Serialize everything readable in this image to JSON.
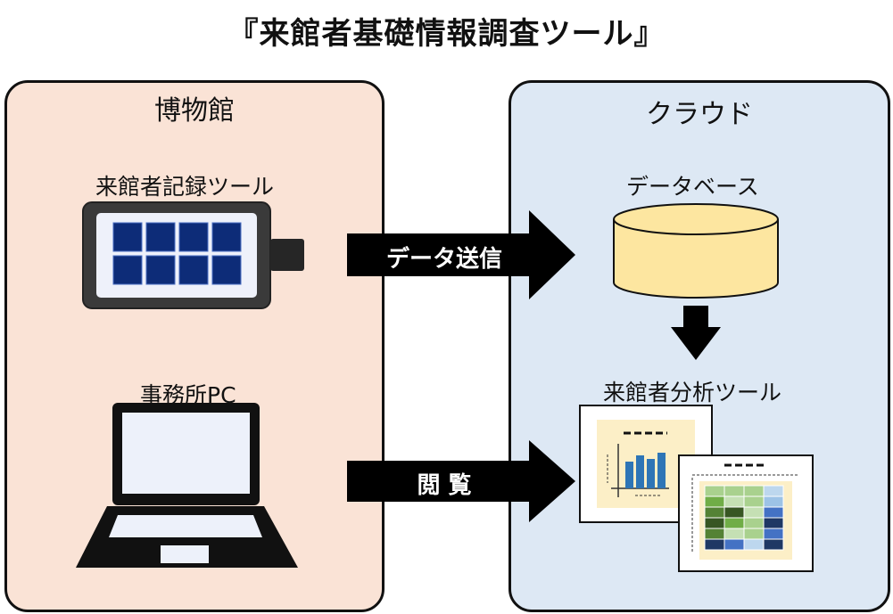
{
  "title": "『来館者基礎情報調査ツール』",
  "museum": {
    "label": "博物館",
    "recorder_tool_label": "来館者記録ツール",
    "office_pc_label": "事務所PC"
  },
  "cloud": {
    "label": "クラウド",
    "database_label": "データベース",
    "analysis_tool_label": "来館者分析ツール"
  },
  "arrows": {
    "send_label": "データ送信",
    "view_label": "閲 覧"
  },
  "colors": {
    "museum_panel": "#fae3d6",
    "cloud_panel": "#dde8f4",
    "tablet_button": "#0d2c78",
    "database_fill": "#fde6a0",
    "chart_background": "#fcefc7",
    "bar_color": "#2e75b6"
  }
}
